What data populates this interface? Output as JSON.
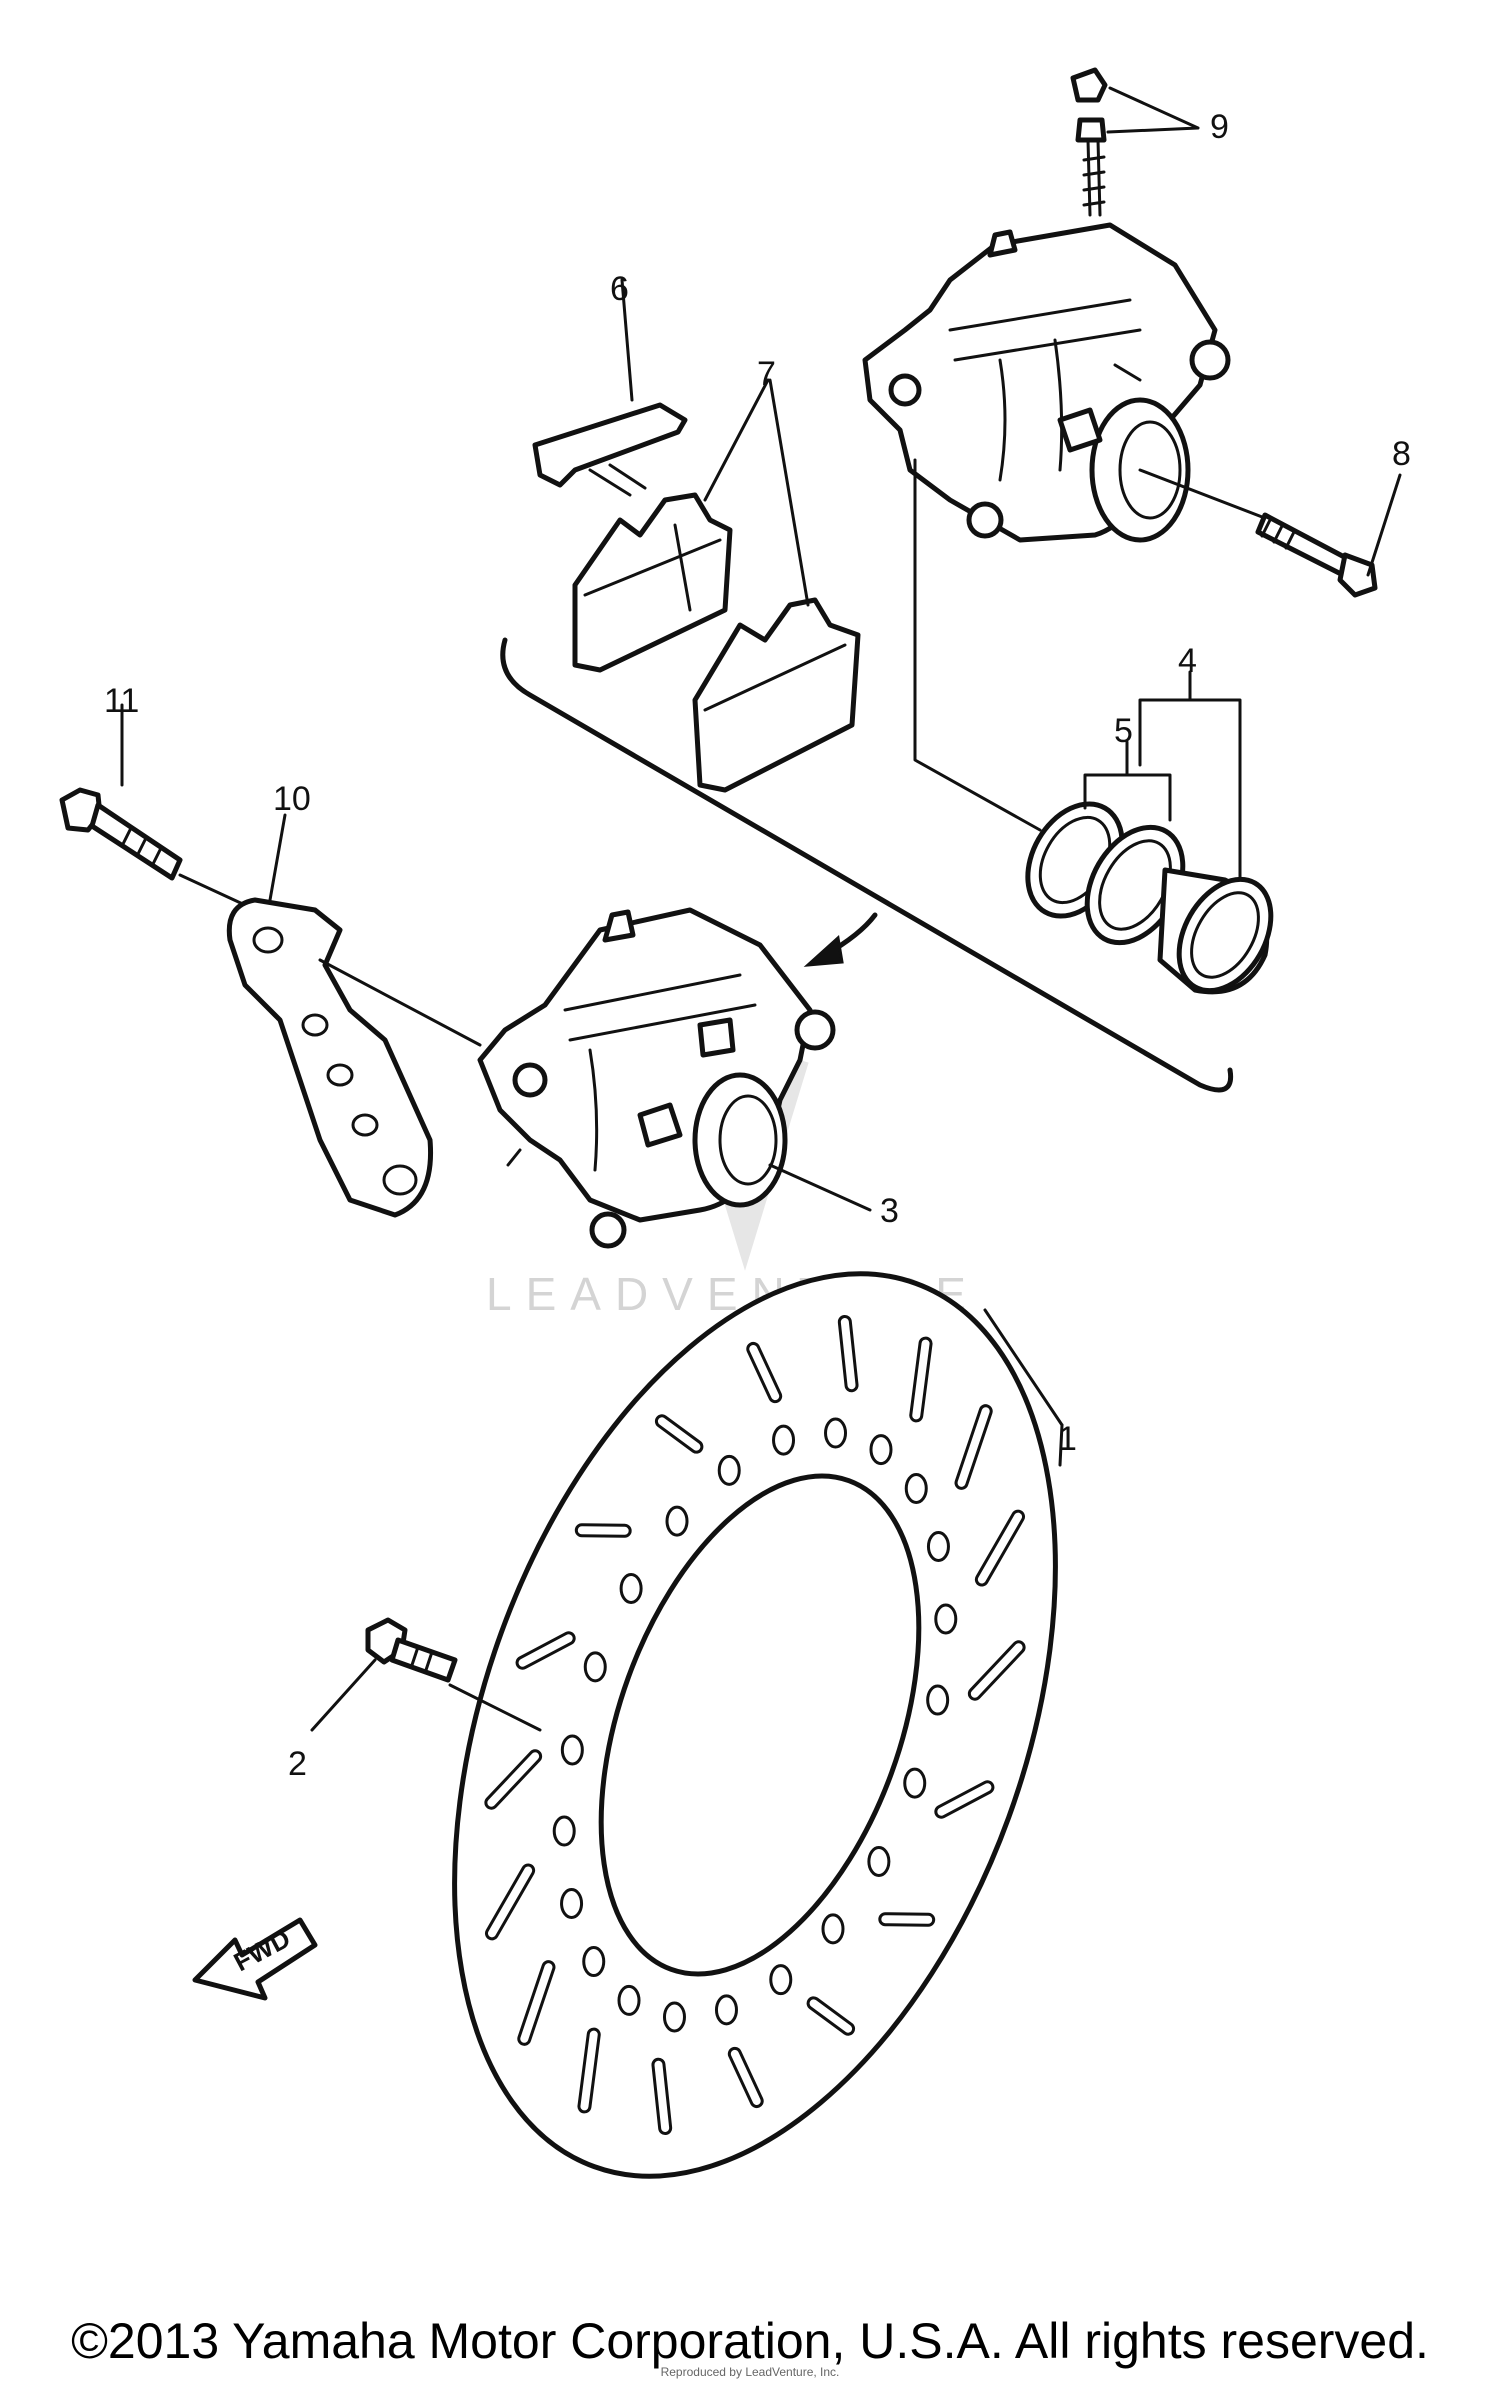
{
  "callouts": [
    {
      "id": "1",
      "label": "1"
    },
    {
      "id": "2",
      "label": "2"
    },
    {
      "id": "3",
      "label": "3"
    },
    {
      "id": "4",
      "label": "4"
    },
    {
      "id": "5",
      "label": "5"
    },
    {
      "id": "6",
      "label": "6"
    },
    {
      "id": "7",
      "label": "7"
    },
    {
      "id": "8",
      "label": "8"
    },
    {
      "id": "9",
      "label": "9"
    },
    {
      "id": "10",
      "label": "10"
    },
    {
      "id": "11",
      "label": "11"
    }
  ],
  "direction_arrow": {
    "label": "FWD"
  },
  "watermark": {
    "text": "LEADVENTURE"
  },
  "footer": {
    "copyright": "©2013 Yamaha Motor Corporation, U.S.A. All rights reserved.",
    "overprint": "Reproduced by LeadVenture, Inc."
  }
}
